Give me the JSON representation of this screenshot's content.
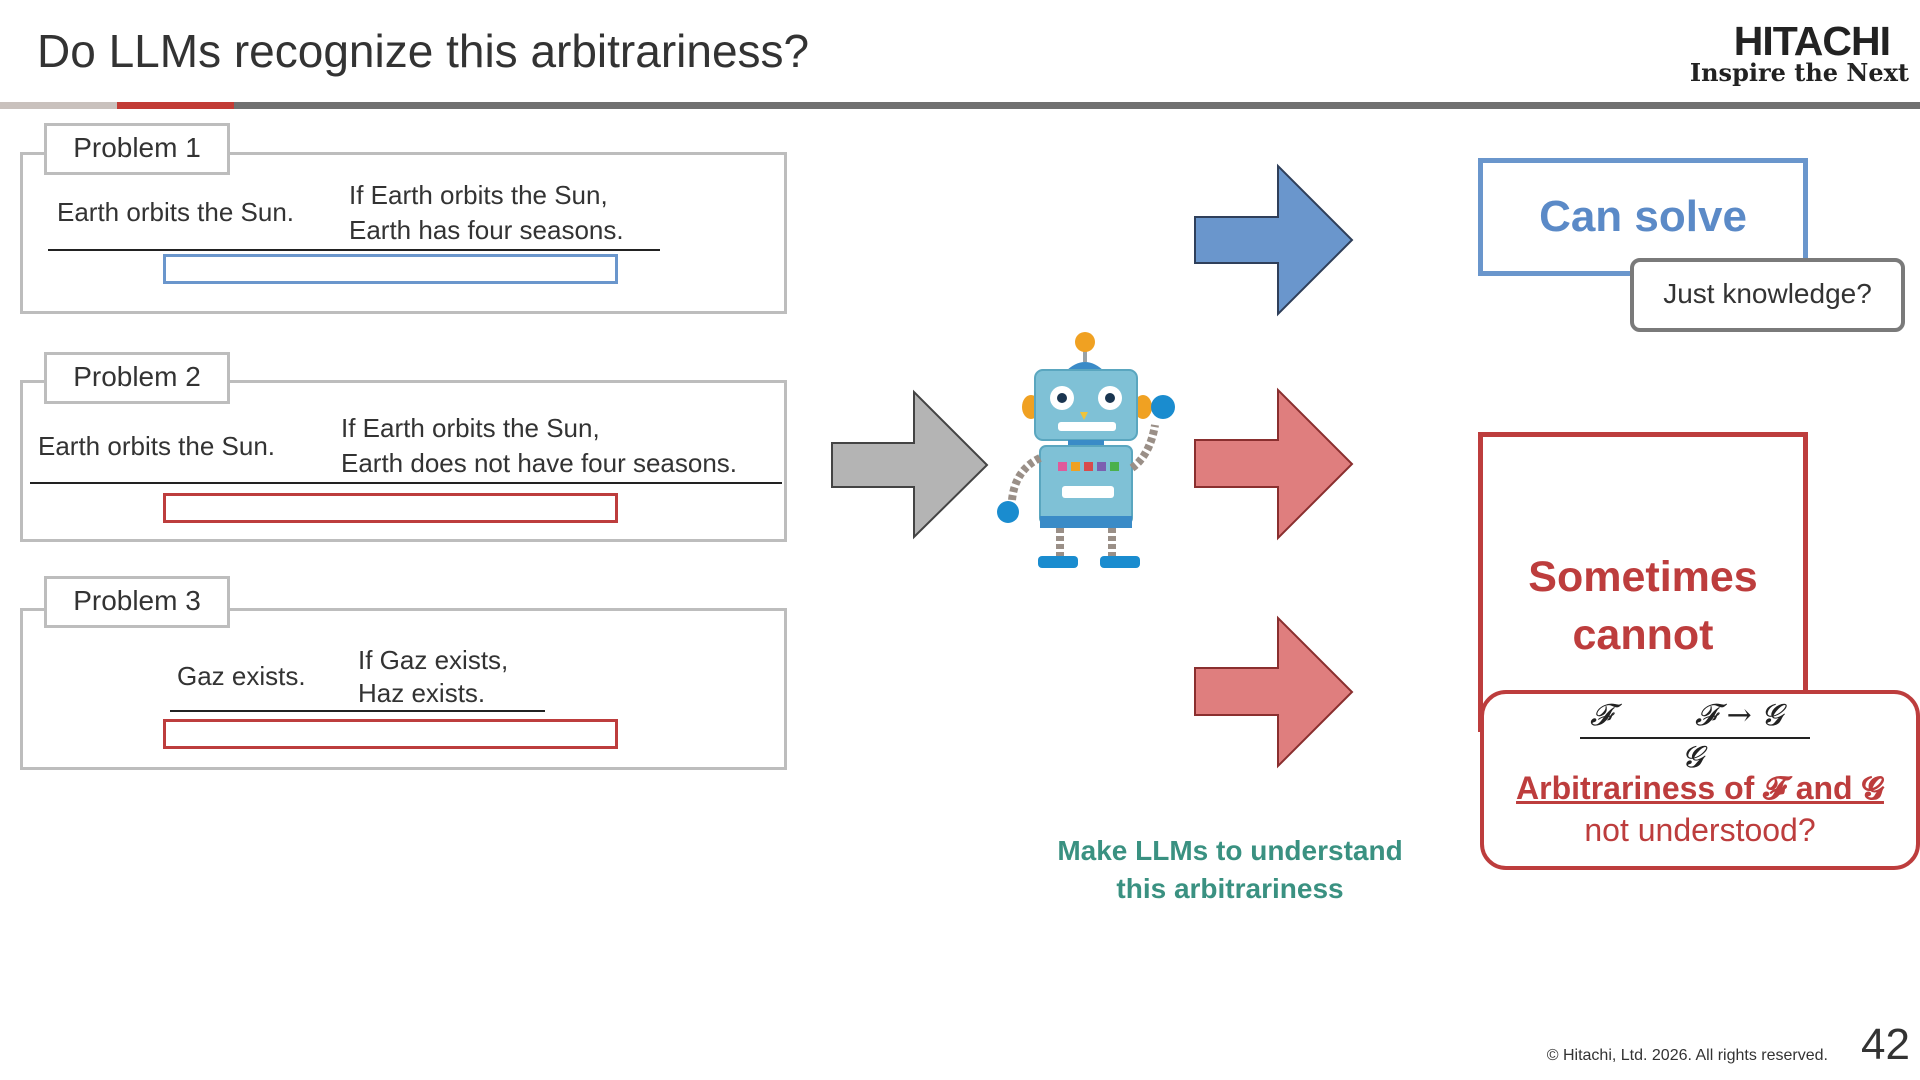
{
  "slide": {
    "title": "Do LLMs recognize this arbitrariness?",
    "brand": "HITACHI",
    "tagline": "Inspire the Next",
    "copyright": "© Hitachi, Ltd. 2026. All rights reserved.",
    "page_number": "42"
  },
  "problems": [
    {
      "label": "Problem 1",
      "premise": "Earth orbits the Sun.",
      "rule_line1": "If Earth orbits the Sun,",
      "rule_line2": "Earth has four seasons."
    },
    {
      "label": "Problem 2",
      "premise": "Earth orbits the Sun.",
      "rule_line1": "If Earth orbits the Sun,",
      "rule_line2": "Earth does not have four seasons."
    },
    {
      "label": "Problem 3",
      "premise": "Gaz exists.",
      "rule_line1": "If Gaz exists,",
      "rule_line2": "Haz exists."
    }
  ],
  "results": {
    "can_solve": "Can solve",
    "just_knowledge": "Just knowledge?",
    "sometimes_line1": "Sometimes",
    "sometimes_line2": "cannot",
    "formula_premise": "𝓕",
    "formula_rule": "𝓕 → 𝓖",
    "formula_conclusion": "𝓖",
    "arbitrariness": "Arbitrariness of 𝓕 and 𝓖",
    "not_understood": "not understood?"
  },
  "caption": {
    "line1": "Make LLMs to understand",
    "line2": "this arbitrariness"
  },
  "colors": {
    "blue": "#6a96cc",
    "red": "#bd3d3d",
    "red_arrow": "#df7e7e",
    "gray_arrow": "#b4b4b4",
    "teal": "#3a9181",
    "accent": "#c23b35"
  },
  "icons": {
    "robot": "robot-illustration",
    "arrows": [
      "gray-arrow-right",
      "blue-arrow-right",
      "red-arrow-right",
      "red-arrow-right"
    ]
  }
}
